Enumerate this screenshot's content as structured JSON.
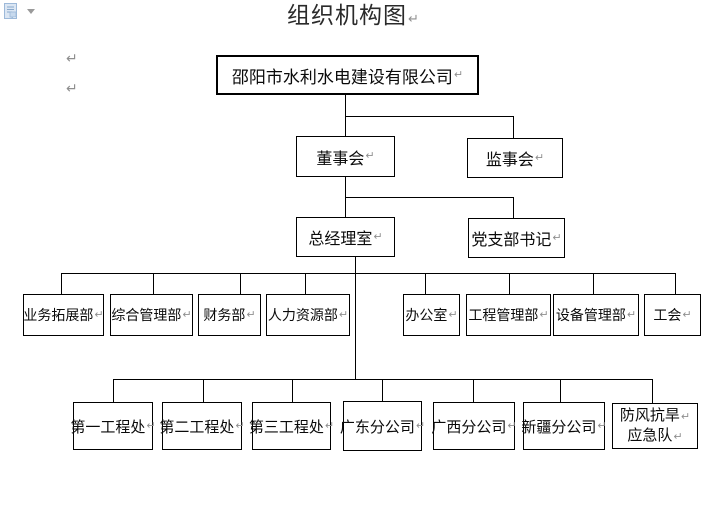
{
  "window": {
    "icons": {
      "paste_options": "clipboard-paste-options-icon",
      "dropdown": "dropdown-arrow-icon"
    }
  },
  "document": {
    "title": "组织机构图",
    "pilcrow": "↵"
  },
  "org": {
    "company": "邵阳市水利水电建设有限公司",
    "board": "董事会",
    "supervisory": "监事会",
    "gm_office": "总经理室",
    "party_secretary": "党支部书记",
    "depts": {
      "business_dev": "业务拓展部",
      "general_mgmt": "综合管理部",
      "finance": "财务部",
      "hr": "人力资源部",
      "office": "办公室",
      "project_mgmt": "工程管理部",
      "equipment_mgmt": "设备管理部",
      "labor_union": "工会"
    },
    "branches": {
      "eng_div_1": "第一工程处",
      "eng_div_2": "第二工程处",
      "eng_div_3": "第三工程处",
      "guangdong": "广东分公司",
      "guangxi": "广西分公司",
      "xinjiang": "新疆分公司",
      "emergency_line1": "防风抗旱",
      "emergency_line2": "应急队"
    },
    "hierarchy": {
      "label": "邵阳市水利水电建设有限公司",
      "children": [
        {
          "label": "董事会",
          "children": [
            {
              "label": "总经理室",
              "children": [
                {
                  "label": "业务拓展部"
                },
                {
                  "label": "综合管理部"
                },
                {
                  "label": "财务部"
                },
                {
                  "label": "人力资源部"
                },
                {
                  "label": "办公室"
                },
                {
                  "label": "工程管理部"
                },
                {
                  "label": "设备管理部"
                },
                {
                  "label": "工会"
                },
                {
                  "label": "第一工程处"
                },
                {
                  "label": "第二工程处"
                },
                {
                  "label": "第三工程处"
                },
                {
                  "label": "广东分公司"
                },
                {
                  "label": "广西分公司"
                },
                {
                  "label": "新疆分公司"
                },
                {
                  "label": "防风抗旱应急队"
                }
              ]
            },
            {
              "label": "党支部书记"
            }
          ]
        },
        {
          "label": "监事会"
        }
      ]
    }
  }
}
